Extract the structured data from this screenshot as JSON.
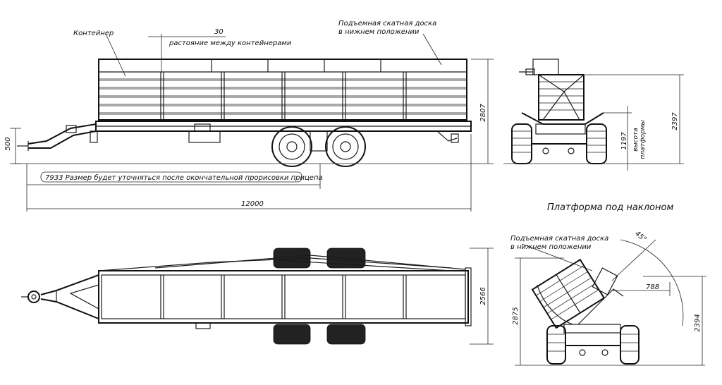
{
  "labels": {
    "container": "Контейнер",
    "gap_value": "30",
    "gap_desc": "растояние между контейнерами",
    "ramp_top_line1": "Подъемная скатная доска",
    "ramp_top_line2": "в нижнем положении",
    "tilt_title": "Платформа под наклоном",
    "ramp_tilt_line1": "Подъемная скатная доска",
    "ramp_tilt_line2": "в нижнем положении",
    "platform_height_label1": "высота",
    "platform_height_label2": "платформы"
  },
  "dimensions": {
    "hitch_height": "500",
    "overall_height": "2807",
    "platform_length_note": "7933 Размер будет уточняться после окончательной прорисовки прицепа",
    "overall_length": "12000",
    "rear_total_height": "2397",
    "platform_height": "1197",
    "plan_width": "2566",
    "tilt_angle": "45°",
    "tilt_offset": "788",
    "tilt_total_height": "2875",
    "tilt_right_height": "2394"
  }
}
